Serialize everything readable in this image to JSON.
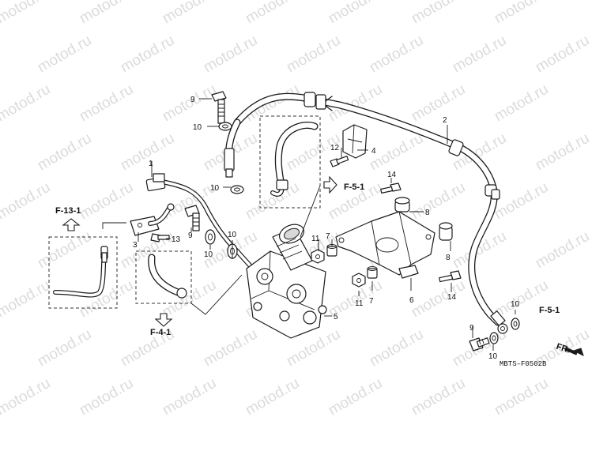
{
  "watermark": "motod.ru",
  "drawing_code": "MBTS–F0502B",
  "front_label": "FR.",
  "refs": {
    "f13_1": "F-13-1",
    "f4_1": "F-4-1",
    "f5_1_top": "F-5-1",
    "f5_1_right": "F-5-1"
  },
  "callouts": {
    "c1": "1",
    "c2": "2",
    "c3": "3",
    "c4": "4",
    "c5": "5",
    "c6": "6",
    "c7a": "7",
    "c7b": "7",
    "c8a": "8",
    "c8b": "8",
    "c9a": "9",
    "c9b": "9",
    "c9c": "9",
    "c10a": "10",
    "c10b": "10",
    "c10c": "10",
    "c10d": "10",
    "c10e": "10",
    "c10f": "10",
    "c11a": "11",
    "c11b": "11",
    "c12": "12",
    "c13": "13",
    "c14a": "14",
    "c14b": "14"
  },
  "icons": {
    "ref_arrow": "hollow-arrow-icon",
    "front": "front-direction-arrow-icon"
  }
}
